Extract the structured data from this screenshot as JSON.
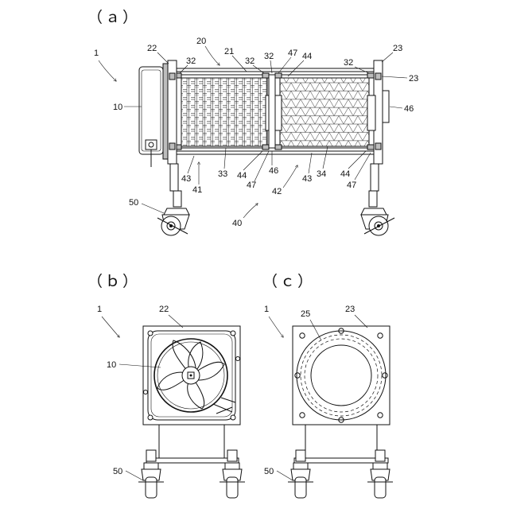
{
  "panels": {
    "a": "（ａ）",
    "b": "（ｂ）",
    "c": "（ｃ）"
  },
  "labels_a": {
    "n1": "1",
    "n10": "10",
    "n20": "20",
    "n21": "21",
    "n22": "22",
    "n23_top": "23",
    "n23_right": "23",
    "n32_a": "32",
    "n32_b": "32",
    "n32_c": "32",
    "n32_d": "32",
    "n47_top": "47",
    "n44_top": "44",
    "n46_right": "46",
    "n43_a": "43",
    "n33": "33",
    "n44_a": "44",
    "n46_mid": "46",
    "n47_mid": "47",
    "n41": "41",
    "n42": "42",
    "n43_b": "43",
    "n34": "34",
    "n44_b": "44",
    "n47_b": "47",
    "n50": "50",
    "n40": "40"
  },
  "labels_b": {
    "n1": "1",
    "n22": "22",
    "n10": "10",
    "n50": "50"
  },
  "labels_c": {
    "n1": "1",
    "n25": "25",
    "n23": "23",
    "n50": "50"
  },
  "icons": {
    "fan": "axial-fan-icon",
    "caster": "caster-wheel-icon",
    "filter_pleated": "pleated-filter-pattern",
    "filter_mesh": "triangular-mesh-filter-pattern"
  }
}
